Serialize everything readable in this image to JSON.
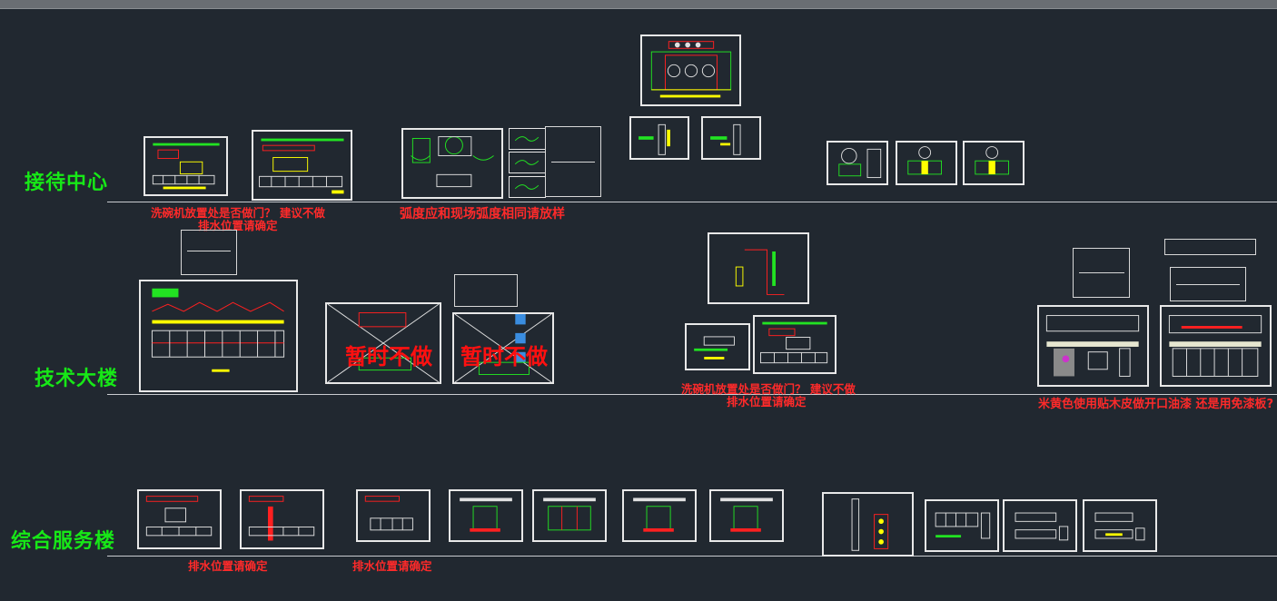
{
  "sections": {
    "reception": "接待中心",
    "tech": "技术大楼",
    "service": "综合服务楼"
  },
  "notes": {
    "dishwasher_1": "洗碗机放置处是否做门？ 建议不做",
    "drain_1": "排水位置请确定",
    "arc_note": "弧度应和现场弧度相同请放样",
    "dishwasher_2": "洗碗机放置处是否做门？ 建议不做",
    "drain_2": "排水位置请确定",
    "beige_note": "米黄色使用贴木皮做开口油漆 还是用免漆板?",
    "drain_3": "排水位置请确定",
    "drain_4": "排水位置请确定"
  },
  "stamps": {
    "stamp_1": "暂时不做",
    "stamp_2": "暂时不做"
  },
  "colors": {
    "background": "#212830",
    "label": "#17e817",
    "note": "#ff2a2a",
    "stamp": "#ff1010",
    "sheet_border": "#e8e8e8",
    "line_green": "#22e322",
    "line_yellow": "#ffff00",
    "line_red": "#ff2020"
  }
}
